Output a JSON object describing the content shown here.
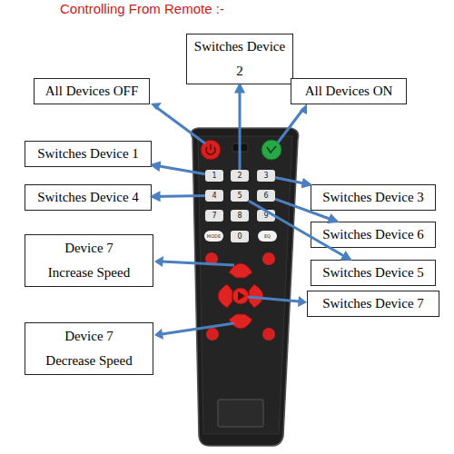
{
  "diagram": {
    "title": "Controlling From Remote :-",
    "nodes": [
      {
        "text": [
          "Switches Device 2"
        ]
      },
      {
        "text": [
          "All Devices OFF"
        ]
      },
      {
        "text": [
          "All Devices ON"
        ]
      },
      {
        "text": [
          "Switches Device 1"
        ]
      },
      {
        "text": [
          "Switches Device 4"
        ]
      },
      {
        "text": [
          "Switches Device 3"
        ]
      },
      {
        "text": [
          "Switches Device 6"
        ]
      },
      {
        "text": [
          "Device 7 Increase Speed"
        ]
      },
      {
        "text": [
          "Switches Device 5"
        ]
      },
      {
        "text": [
          "Switches Device 7"
        ]
      },
      {
        "text": [
          "Device 7 Decrease Speed"
        ]
      },
      {
        "text": [
          "1"
        ]
      },
      {
        "text": [
          "2"
        ]
      },
      {
        "text": [
          "3"
        ]
      },
      {
        "text": [
          "4"
        ]
      },
      {
        "text": [
          "5"
        ]
      },
      {
        "text": [
          "6"
        ]
      },
      {
        "text": [
          "7"
        ]
      },
      {
        "text": [
          "8"
        ]
      },
      {
        "text": [
          "9"
        ]
      },
      {
        "text": [
          "MODE"
        ]
      },
      {
        "text": [
          "0"
        ]
      },
      {
        "text": [
          "EQ"
        ]
      }
    ],
    "edges": [
      {
        "from": 12,
        "to": 0,
        "arrow": "to"
      },
      {
        "from": 11,
        "to": 3,
        "arrow": "to"
      },
      {
        "from": 14,
        "to": 4,
        "arrow": "to"
      },
      {
        "from": 13,
        "to": 5,
        "arrow": "to"
      },
      {
        "from": 16,
        "to": 6,
        "arrow": "to"
      },
      {
        "from": 15,
        "to": 8,
        "arrow": "to"
      }
    ]
  }
}
